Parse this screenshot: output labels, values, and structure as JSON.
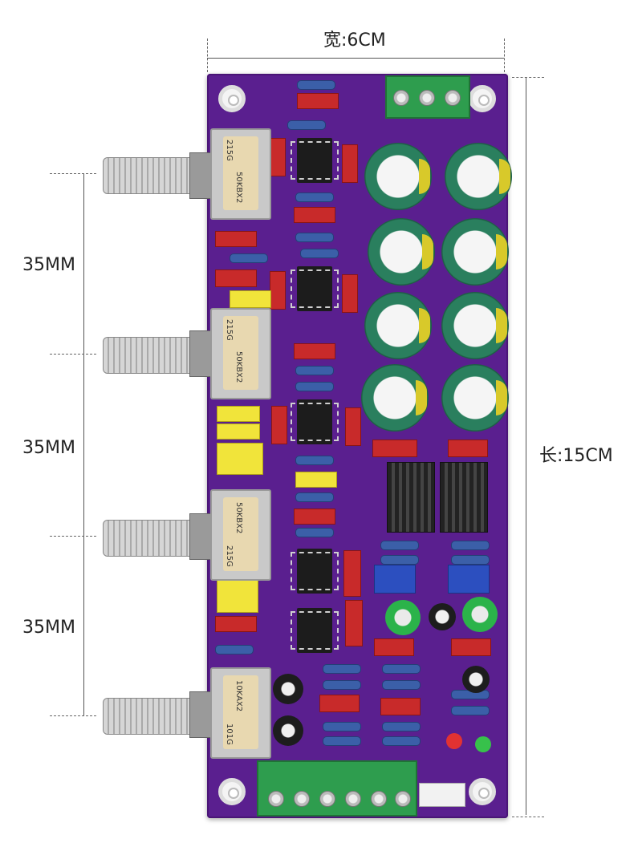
{
  "dimensions": {
    "width_label": "宽:6CM",
    "length_label": "长:15CM",
    "spacing_labels": [
      "35MM",
      "35MM",
      "35MM"
    ]
  },
  "pots": [
    {
      "markings": [
        "50KBX2",
        "215G"
      ]
    },
    {
      "markings": [
        "50KBX2",
        "215G"
      ]
    },
    {
      "markings": [
        "50KBX2",
        "215G"
      ]
    },
    {
      "markings": [
        "10KAX2",
        "101G"
      ]
    }
  ],
  "colors": {
    "pcb": "#5a1f8f",
    "cap_green": "#2a7f5e",
    "resistor_red": "#c82a2a",
    "terminal_green": "#2e9d4e"
  }
}
